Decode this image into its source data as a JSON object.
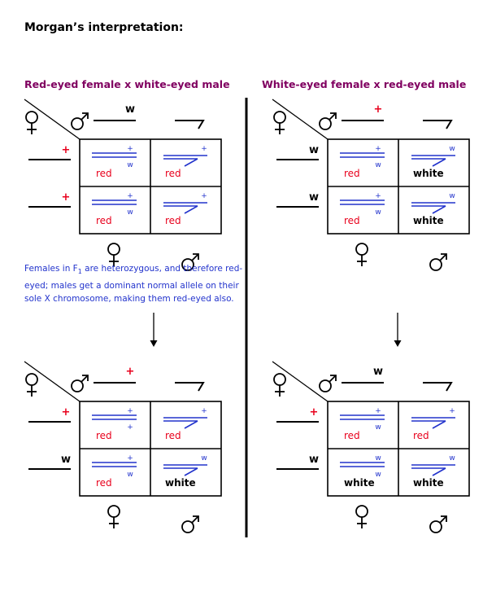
{
  "title": "Morgan’s interpretation:",
  "colors": {
    "purple": "#800060",
    "red": "#e8001c",
    "blue": "#2233cc",
    "black": "#000000"
  },
  "crosses": [
    {
      "heading": "Red-eyed female x white-eyed male",
      "grids": [
        {
          "female_alleles": [
            "+",
            "+"
          ],
          "male_allele": "w",
          "cells": [
            [
              {
                "top": "+",
                "bottom": "w",
                "phenotype": "red"
              },
              {
                "top": "+",
                "bottom": "",
                "phenotype": "red"
              }
            ],
            [
              {
                "top": "+",
                "bottom": "w",
                "phenotype": "red"
              },
              {
                "top": "+",
                "bottom": "",
                "phenotype": "red"
              }
            ]
          ]
        },
        {
          "female_alleles": [
            "+",
            "w"
          ],
          "male_allele": "+",
          "cells": [
            [
              {
                "top": "+",
                "bottom": "+",
                "phenotype": "red"
              },
              {
                "top": "+",
                "bottom": "",
                "phenotype": "red"
              }
            ],
            [
              {
                "top": "+",
                "bottom": "w",
                "phenotype": "red"
              },
              {
                "top": "w",
                "bottom": "",
                "phenotype": "white"
              }
            ]
          ]
        }
      ]
    },
    {
      "heading": "White-eyed female x red-eyed male",
      "grids": [
        {
          "female_alleles": [
            "w",
            "w"
          ],
          "male_allele": "+",
          "cells": [
            [
              {
                "top": "+",
                "bottom": "w",
                "phenotype": "red"
              },
              {
                "top": "w",
                "bottom": "",
                "phenotype": "white"
              }
            ],
            [
              {
                "top": "+",
                "bottom": "w",
                "phenotype": "red"
              },
              {
                "top": "w",
                "bottom": "",
                "phenotype": "white"
              }
            ]
          ]
        },
        {
          "female_alleles": [
            "+",
            "w"
          ],
          "male_allele": "w",
          "cells": [
            [
              {
                "top": "+",
                "bottom": "w",
                "phenotype": "red"
              },
              {
                "top": "+",
                "bottom": "",
                "phenotype": "red"
              }
            ],
            [
              {
                "top": "w",
                "bottom": "w",
                "phenotype": "white"
              },
              {
                "top": "w",
                "bottom": "",
                "phenotype": "white"
              }
            ]
          ]
        }
      ]
    }
  ],
  "caption": {
    "before_sub": "Females in F",
    "sub": "1",
    "after_sub": " are heterozygous, and therefore red-eyed; males get a dominant normal allele on their sole X chromosome, making them red-eyed also."
  }
}
